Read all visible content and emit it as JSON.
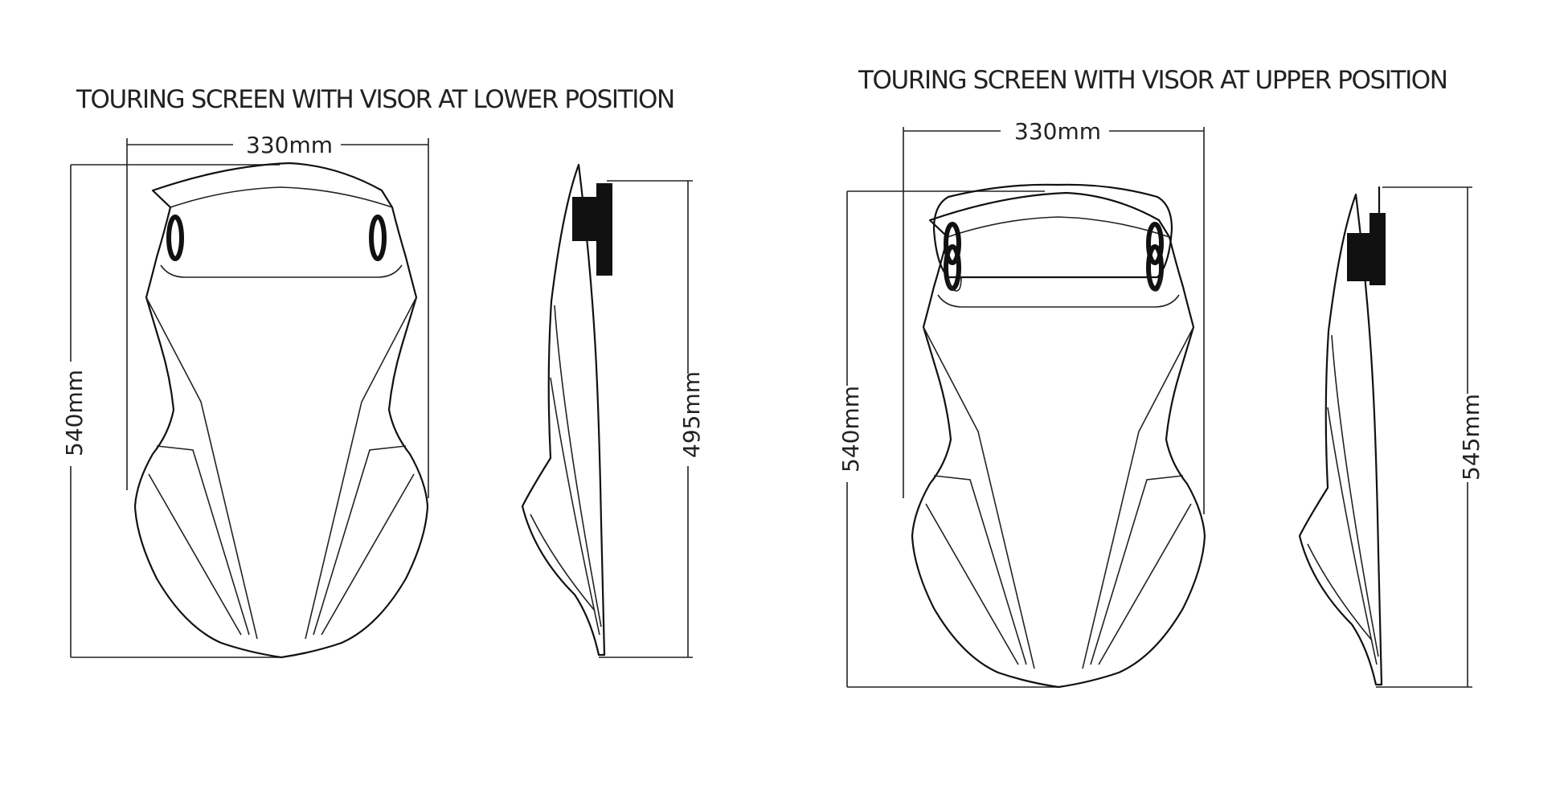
{
  "left_panel": {
    "title": "TOURING SCREEN WITH VISOR AT LOWER POSITION",
    "width_label": "330mm",
    "front_height_label": "540mm",
    "side_height_label": "495mm"
  },
  "right_panel": {
    "title": "TOURING SCREEN WITH VISOR AT UPPER POSITION",
    "width_label": "330mm",
    "front_height_label": "540mm",
    "side_height_label": "545mm"
  },
  "colors": {
    "line": "#111111",
    "text": "#222222",
    "background": "#ffffff"
  }
}
